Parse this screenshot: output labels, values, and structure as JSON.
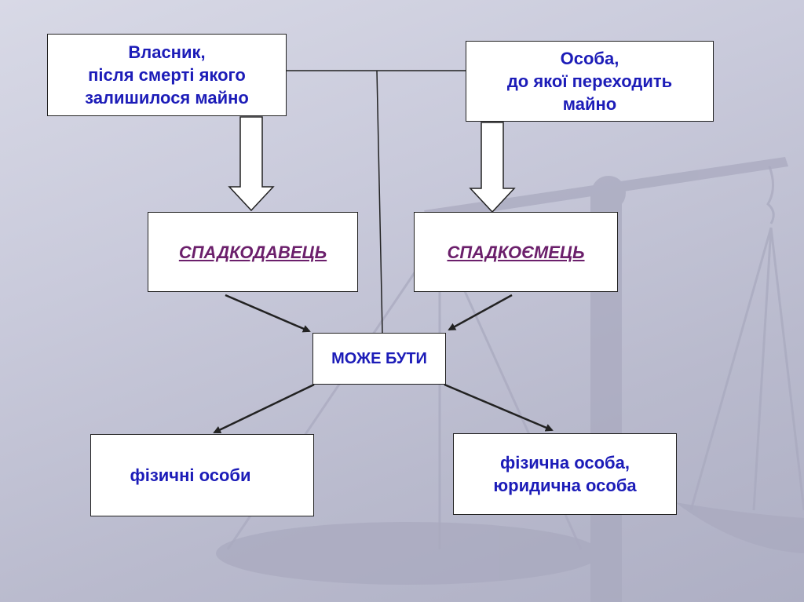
{
  "colors": {
    "box_text": "#1c1cb8",
    "accent_text": "#6b1f6b",
    "box_fill": "#ffffff",
    "line": "#222222"
  },
  "nodes": {
    "owner": "Власник,\nпісля смерті якого\nзалишилося майно",
    "person": "Особа,\nдо якої переходить\nмайно",
    "testator": "СПАДКОДАВЕЦЬ",
    "heir": "СПАДКОЄМЕЦЬ",
    "can_be": "МОЖЕ БУТИ",
    "individuals": "фізичні  особи",
    "individual_legal": "фізична особа,\nюридична особа"
  },
  "edges": [
    {
      "from": "owner",
      "to": "testator",
      "style": "block-arrow"
    },
    {
      "from": "person",
      "to": "heir",
      "style": "block-arrow"
    },
    {
      "from": "owner",
      "to": "person",
      "style": "line"
    },
    {
      "from": "testator",
      "to": "can_be",
      "style": "arrow"
    },
    {
      "from": "heir",
      "to": "can_be",
      "style": "arrow"
    },
    {
      "from": "can_be",
      "to": "individuals",
      "style": "arrow"
    },
    {
      "from": "can_be",
      "to": "individual_legal",
      "style": "arrow"
    }
  ],
  "background_icon": "scales-of-justice-icon"
}
